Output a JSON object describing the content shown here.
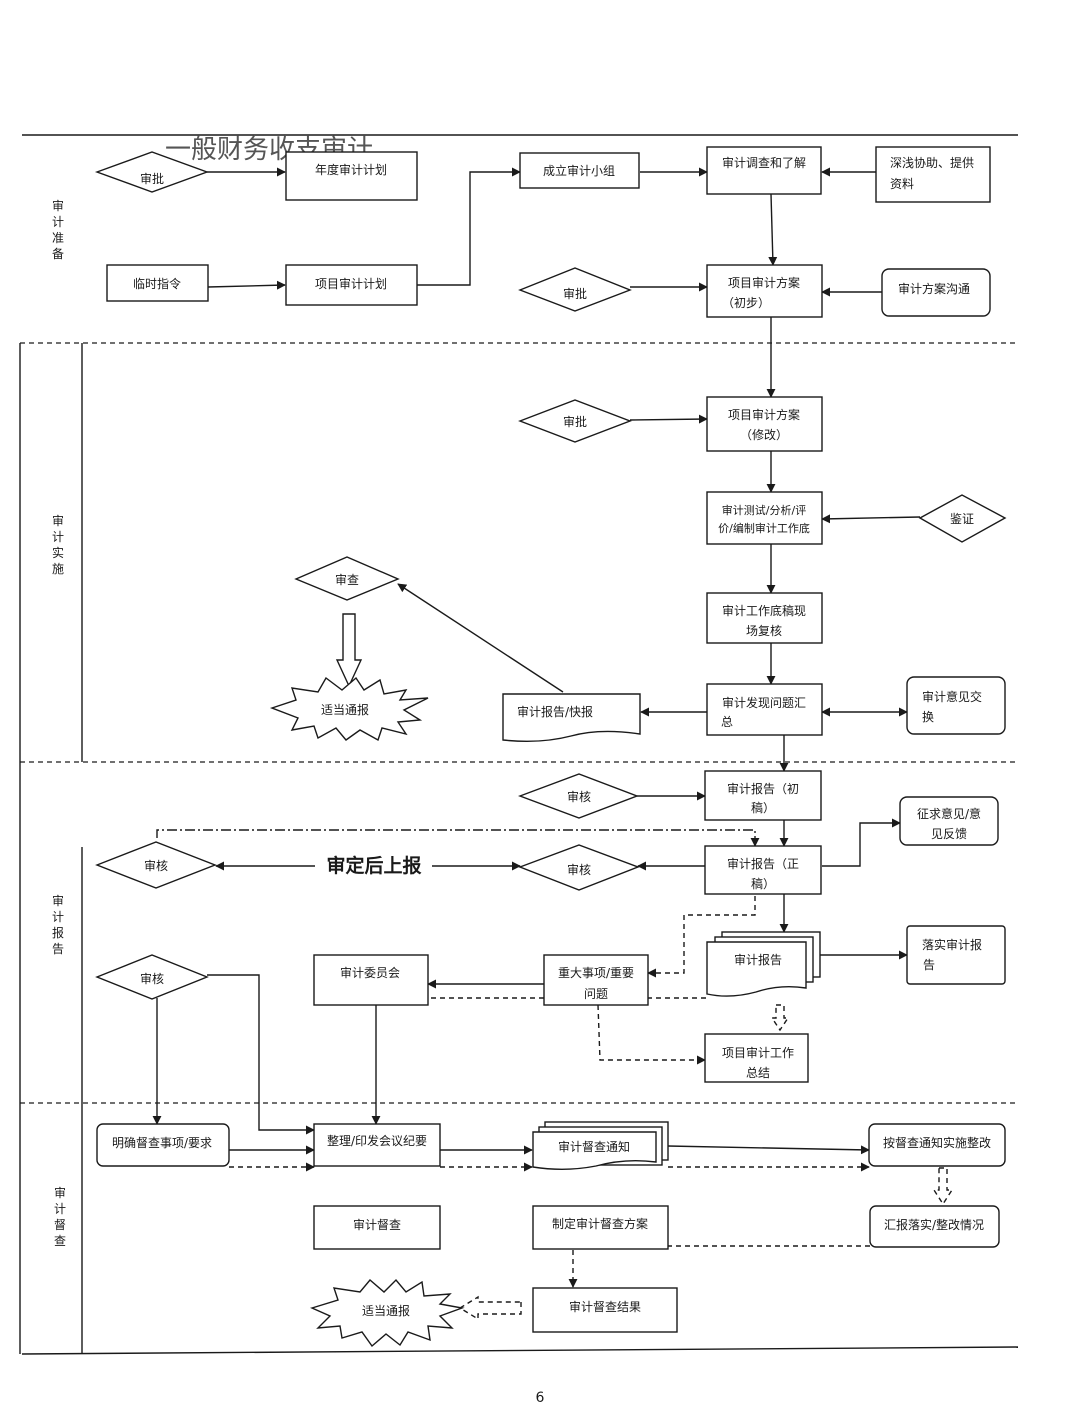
{
  "title": "一般财务收支审计",
  "page_number": "6",
  "lanes": [
    {
      "id": "prep",
      "label": "审计准备"
    },
    {
      "id": "impl",
      "label": "审计实施"
    },
    {
      "id": "report",
      "label": "审计报告"
    },
    {
      "id": "super",
      "label": "审计督查"
    }
  ],
  "nodes": {
    "approve_1": "审批",
    "annual_plan": "年度审计计划",
    "temp_order": "临时指令",
    "project_plan": "项目审计计划",
    "form_team": "成立审计小组",
    "investigate": "审计调查和了解",
    "provide_data": [
      "深浅协助、提供",
      "资料"
    ],
    "approve_2": "审批",
    "scheme_initial": [
      "项目审计方案",
      "（初步）"
    ],
    "scheme_comm": "审计方案沟通",
    "approve_3": "审批",
    "scheme_revised": [
      "项目审计方案",
      "（修改）"
    ],
    "testing": [
      "审计测试/分析/评",
      "价/编制审计工作底"
    ],
    "verify": "鉴证",
    "review_check": "审查",
    "notify_1": "适当通报",
    "field_review": [
      "审计工作底稿现",
      "场复核"
    ],
    "audit_bulletin": "审计报告/快报",
    "findings": [
      "审计发现问题汇",
      "总"
    ],
    "exchange": [
      "审计意见交",
      "换"
    ],
    "review_draft": "审核",
    "report_draft": [
      "审计报告（初",
      "稿）"
    ],
    "solicit": [
      "征求意见/意",
      "见反馈"
    ],
    "review_left": "审核",
    "escalate_label": "审定后上报",
    "review_mid": "审核",
    "report_final": [
      "审计报告（正",
      "稿）"
    ],
    "report_docs": "审计报告",
    "implement": [
      "落实审计报",
      "告"
    ],
    "review_low": "审核",
    "committee": "审计委员会",
    "major_issues": [
      "重大事项/重要",
      "问题"
    ],
    "summary": [
      "项目审计工作",
      "总结"
    ],
    "clarify": "明确督查事项/要求",
    "minutes": "整理/印发会议纪要",
    "super_notice": "审计督查通知",
    "rectify": "按督查通知实施整改",
    "super_audit": "审计督查",
    "super_scheme": "制定审计督查方案",
    "report_rect": "汇报落实/整改情况",
    "notify_2": "适当通报",
    "super_result": "审计督查结果"
  }
}
